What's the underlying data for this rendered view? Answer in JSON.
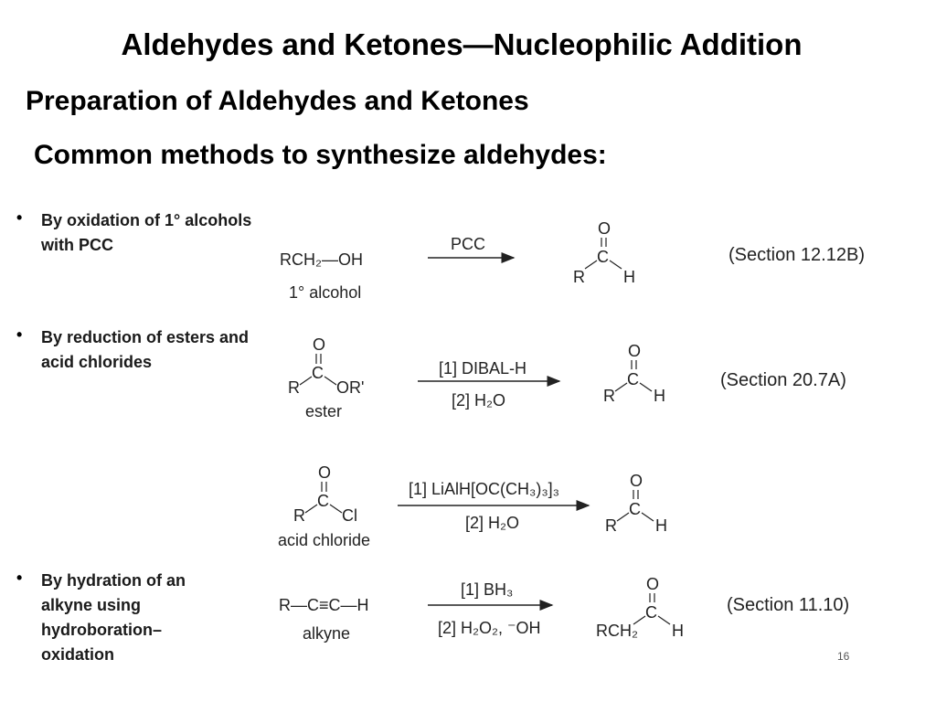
{
  "slide": {
    "title": "Aldehydes and Ketones—Nucleophilic Addition",
    "subtitle1": "Preparation of Aldehydes and Ketones",
    "subtitle2": "Common methods to synthesize aldehydes:",
    "page_number": "16"
  },
  "bullets": [
    {
      "text": "By oxidation of 1° alcohols with PCC"
    },
    {
      "text": "By reduction of esters and acid chlorides"
    },
    {
      "text": "By hydration of an alkyne using hydroboration–oxidation"
    }
  ],
  "reactions": {
    "r1": {
      "reactant": "RCH₂—OH",
      "reactant_name": "1° alcohol",
      "reagent": "PCC",
      "section": "(Section 12.12B)"
    },
    "r2": {
      "reactant_name": "ester",
      "reactant_group": "OR'",
      "reagent1": "[1] DIBAL-H",
      "reagent2": "[2] H₂O",
      "section": "(Section 20.7A)"
    },
    "r3": {
      "reactant_name": "acid chloride",
      "reactant_group": "Cl",
      "reagent1": "[1] LiAlH[OC(CH₃)₃]₃",
      "reagent2": "[2] H₂O"
    },
    "r4": {
      "reactant": "R—C≡C—H",
      "reactant_name": "alkyne",
      "reagent1": "[1] BH₃",
      "reagent2": "[2] H₂O₂, ⁻OH",
      "product_group": "RCH₂",
      "section": "(Section 11.10)"
    }
  },
  "atoms": {
    "O": "O",
    "C": "C",
    "R": "R",
    "H": "H"
  }
}
